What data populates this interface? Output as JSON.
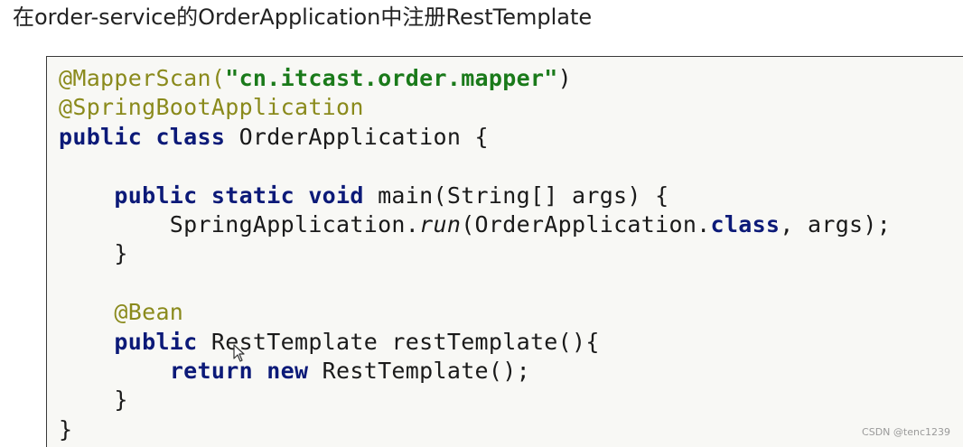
{
  "heading": "在order-service的OrderApplication中注册RestTemplate",
  "code": {
    "l1_annotation": "@MapperScan(",
    "l1_string": "\"cn.itcast.order.mapper\"",
    "l1_close": ")",
    "l2_annotation": "@SpringBootApplication",
    "l3_kw": "public class",
    "l3_rest": " OrderApplication {",
    "l5_indent": "    ",
    "l5_kw": "public static void",
    "l5_rest": " main(String[] args) {",
    "l6_a": "        SpringApplication.",
    "l6_run": "run",
    "l6_b": "(OrderApplication.",
    "l6_class": "class",
    "l6_c": ", args);",
    "l7": "    }",
    "l9_indent": "    ",
    "l9_annotation": "@Bean",
    "l10_indent": "    ",
    "l10_kw": "public",
    "l10_rest": " RestTemplate restTemplate(){",
    "l11_indent": "        ",
    "l11_kw": "return new",
    "l11_rest": " RestTemplate();",
    "l12": "    }",
    "l13": "}"
  },
  "watermark": "CSDN @tenc1239"
}
